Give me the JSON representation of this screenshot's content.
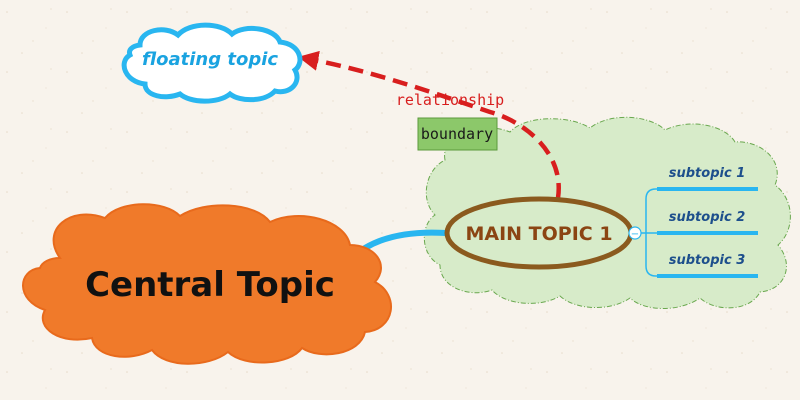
{
  "central_topic": {
    "label": "Central Topic",
    "fill": "#f07a2a",
    "stroke": "#e86a1c"
  },
  "main_topic": {
    "label": "MAIN TOPIC 1",
    "stroke": "#8b5a1e",
    "text_color": "#8b4513"
  },
  "floating_topic": {
    "label": "floating topic",
    "stroke": "#29b6f0",
    "text_color": "#1aa3e0"
  },
  "relationship": {
    "label": "relationship",
    "color": "#d81e1e"
  },
  "boundary": {
    "label": "boundary",
    "fill": "#d7ebc9",
    "border": "#6aa84f",
    "label_fill": "#8cc86a"
  },
  "subtopics": [
    {
      "label": "subtopic 1"
    },
    {
      "label": "subtopic 2"
    },
    {
      "label": "subtopic 3"
    }
  ],
  "collapse_symbol": "−",
  "connector_color": "#29b6f0"
}
